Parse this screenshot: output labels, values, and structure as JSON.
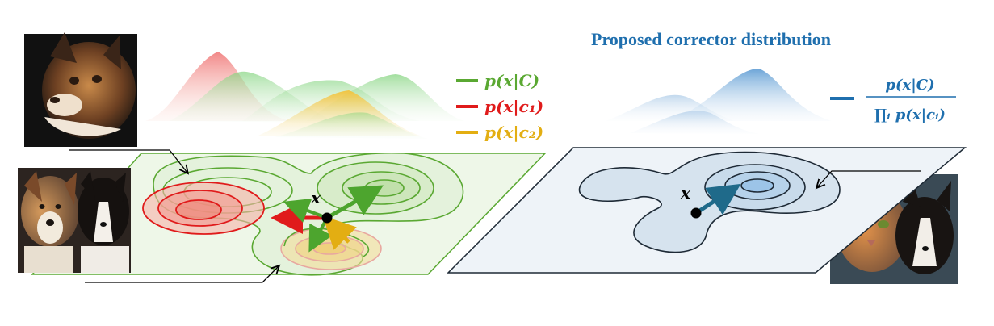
{
  "right_title": "Proposed corrector distribution",
  "legend": [
    {
      "label": "p(x|C)",
      "color": "#5aa832"
    },
    {
      "label": "p(x|c₁)",
      "color": "#e01b1b"
    },
    {
      "label": "p(x|c₂)",
      "color": "#e3ae12"
    }
  ],
  "corrector_formula": {
    "numerator": "p(x|C)",
    "denominator": "∏ᵢ p(x|cᵢ)",
    "color": "#1f6fae"
  },
  "point_label": "x",
  "colors": {
    "green": "#5aa832",
    "red": "#e01b1b",
    "yellow": "#e3ae12",
    "blue": "#1f6fae",
    "arrow_blue": "#1f6a8a"
  },
  "images": [
    {
      "name": "cat-dog-portrait-photo",
      "kind": "photo"
    },
    {
      "name": "two-dogs-photo",
      "kind": "photo"
    },
    {
      "name": "cat-and-dog-photo",
      "kind": "photo"
    }
  ]
}
